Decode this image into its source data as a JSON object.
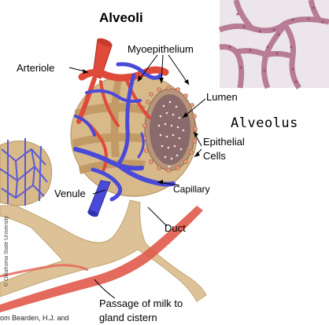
{
  "title": "Alveoli",
  "subtitle": "Alveolus",
  "labels": {
    "arteriole": "Arteriole",
    "myoepithelium": "Myoepithelium",
    "lumen": "Lumen",
    "epithelial_line1": "Epithelial",
    "epithelial_line2": "Cells",
    "capillary": "Capillary",
    "venule": "Venule",
    "duct": "Duct",
    "passage_line1": "Passage of milk to",
    "passage_line2": "gland cistern"
  },
  "credit": "om Bearden, H.J. and",
  "watermark": "© Oklahoma State University",
  "colors": {
    "arteriole": "#e04a3a",
    "venule": "#4a4ad8",
    "alveolus_tissue": "#d8b98a",
    "duct": "#dcc296",
    "milk_passage": "#e05a4a",
    "micrograph_bg": "#e9e2e6",
    "micrograph_cells": "#b06a88"
  }
}
